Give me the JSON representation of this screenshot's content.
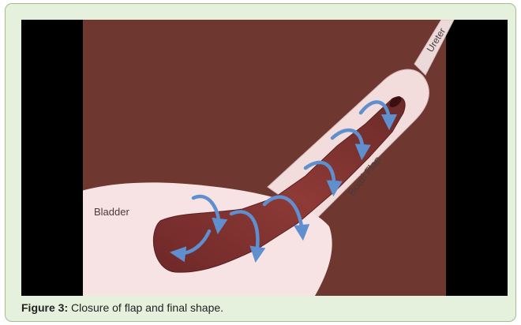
{
  "figure": {
    "label": "Figure 3:",
    "caption": " Closure of flap and final shape."
  },
  "diagram": {
    "labels": {
      "bladder": "Bladder",
      "ureter": "Ureter",
      "flap": "Boari Flap"
    }
  },
  "colors": {
    "panel_bg": "#e6f1dd",
    "panel_border": "#9fbf8c",
    "background_tissue": "#6e3730",
    "bladder_fill": "#f7e3e3",
    "flap_fill": "#7a2f2c",
    "arrow": "#5f8fcf"
  }
}
